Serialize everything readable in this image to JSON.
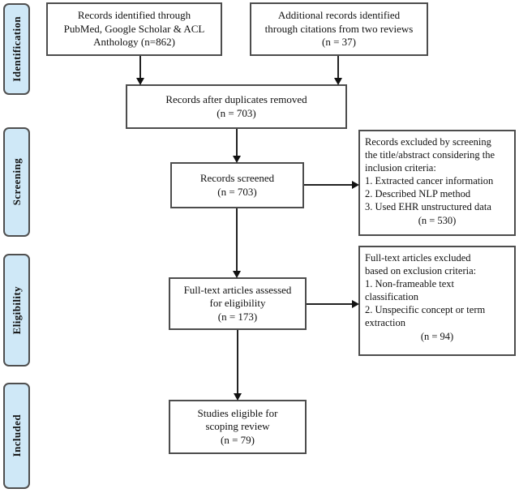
{
  "stages": [
    {
      "label": "Identification"
    },
    {
      "label": "Screening"
    },
    {
      "label": "Eligibility"
    },
    {
      "label": "Included"
    }
  ],
  "boxes": {
    "identified": "Records identified through\nPubMed, Google Scholar & ACL\nAnthology (n=862)",
    "additional": "Additional records identified\nthrough citations from two reviews\n(n = 37)",
    "dedup": "Records after duplicates removed\n(n = 703)",
    "screened": "Records screened\n(n = 703)",
    "excluded_screening_body": "Records excluded by screening\nthe title/abstract considering the\ninclusion criteria:\n1. Extracted cancer information\n2. Described NLP method\n3. Used EHR unstructured data",
    "excluded_screening_count": "(n = 530)",
    "fulltext": "Full-text articles assessed\nfor eligibility\n(n = 173)",
    "excluded_fulltext_body": "Full-text articles excluded\nbased on exclusion criteria:\n1. Non-frameable text\nclassification\n2. Unspecific concept or term\nextraction",
    "excluded_fulltext_count": "(n = 94)",
    "included": "Studies eligible for\nscoping review\n(n = 79)"
  },
  "colors": {
    "stage_fill": "#cfe8f7",
    "stage_border": "#4f4f4f",
    "box_fill": "#ffffff",
    "box_border": "#4d4d4d",
    "arrow": "#1a1a1a",
    "text": "#111111"
  }
}
